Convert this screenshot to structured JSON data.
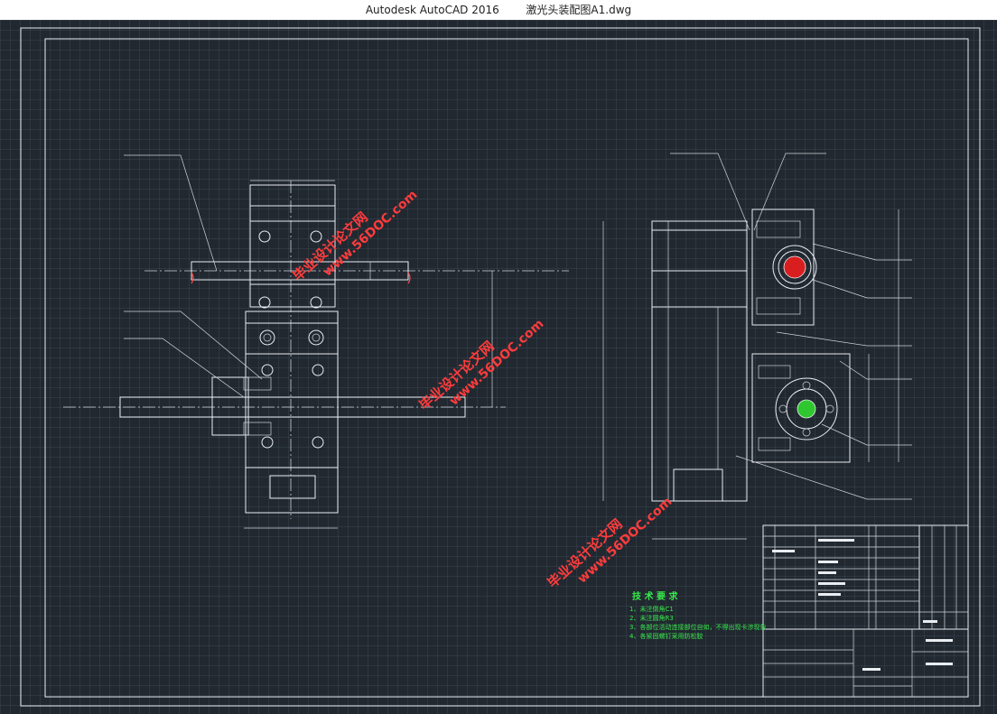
{
  "window": {
    "app_title": "Autodesk AutoCAD 2016",
    "file_name": "激光头装配图A1.dwg"
  },
  "watermarks": [
    {
      "cn": "毕业设计论文网",
      "url": "www.56DOC.com"
    },
    {
      "cn": "毕业设计论文网",
      "url": "www.56DOC.com"
    },
    {
      "cn": "毕业设计论文网",
      "url": "www.56DOC.com"
    }
  ],
  "tech_requirements": {
    "title": "技 术 要 求",
    "items": [
      "1、未注倒角C1",
      "2、未注圆角R3",
      "3、各部位活动连接部位自如，不得出现卡涉现象",
      "4、各紧固螺钉采用防松胶"
    ]
  },
  "colors": {
    "background": "#212830",
    "line": "#e9edf2",
    "watermark": "#ff3c3c",
    "tech_text": "#37e84a",
    "red_circle": "#d81e1e",
    "green_circle": "#2fc72f"
  }
}
